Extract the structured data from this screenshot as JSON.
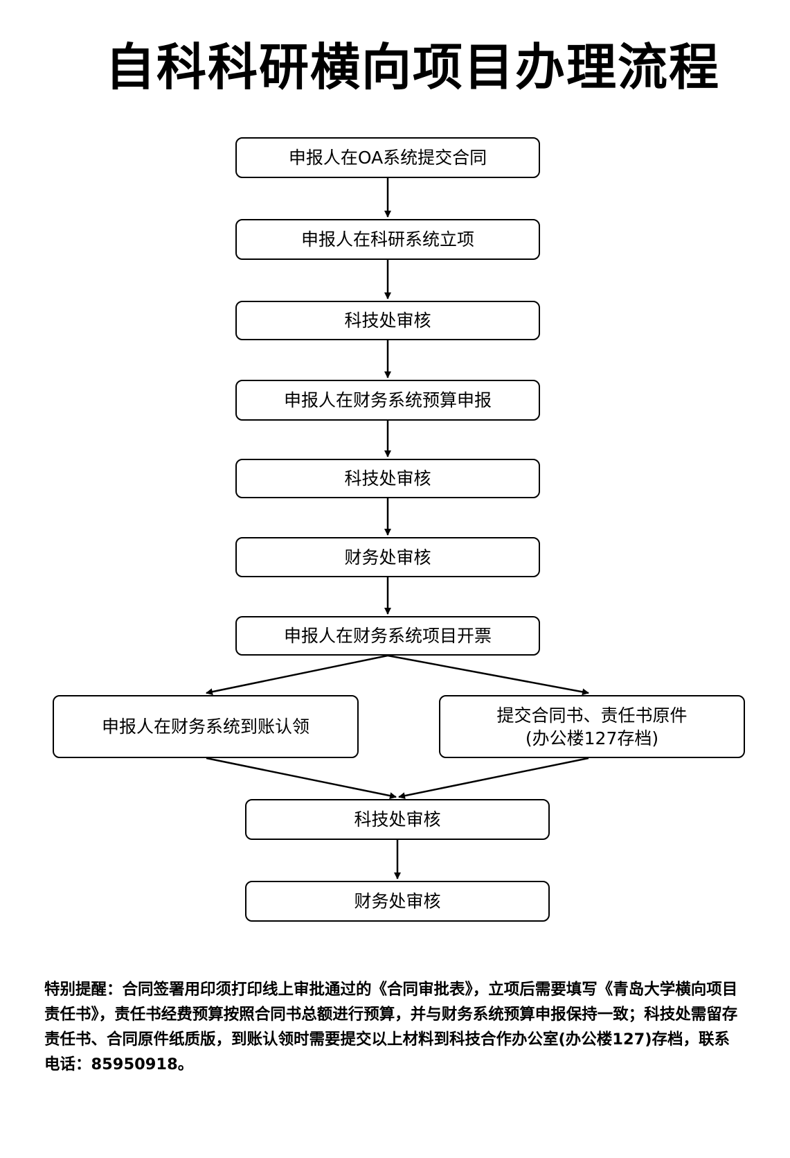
{
  "title": "自科科研横向项目办理流程",
  "steps": [
    {
      "label": "申报人在OA系统提交合同"
    },
    {
      "label": "申报人在科研系统立项"
    },
    {
      "label": "科技处审核"
    },
    {
      "label": "申报人在财务系统预算申报"
    },
    {
      "label": "科技处审核"
    },
    {
      "label": "财务处审核"
    },
    {
      "label": "申报人在财务系统项目开票"
    },
    {
      "label": "申报人在财务系统到账认领"
    },
    {
      "label": "提交合同书、责任书原件",
      "label2": "(办公楼127存档)"
    },
    {
      "label": "科技处审核"
    },
    {
      "label": "财务处审核"
    }
  ],
  "edges": [
    {
      "from": 0,
      "to": 1
    },
    {
      "from": 1,
      "to": 2
    },
    {
      "from": 2,
      "to": 3
    },
    {
      "from": 3,
      "to": 4
    },
    {
      "from": 4,
      "to": 5
    },
    {
      "from": 5,
      "to": 6
    },
    {
      "from": 6,
      "to": 7
    },
    {
      "from": 6,
      "to": 8
    },
    {
      "from": 7,
      "to": 9
    },
    {
      "from": 8,
      "to": 9
    },
    {
      "from": 9,
      "to": 10
    }
  ],
  "note": "特别提醒：合同签署用印须打印线上审批通过的《合同审批表》，立项后需要填写《青岛大学横向项目责任书》，责任书经费预算按照合同书总额进行预算，并与财务系统预算申报保持一致；科技处需留存责任书、合同原件纸质版，到账认领时需要提交以上材料到科技合作办公室(办公楼127)存档，联系电话：85950918。"
}
